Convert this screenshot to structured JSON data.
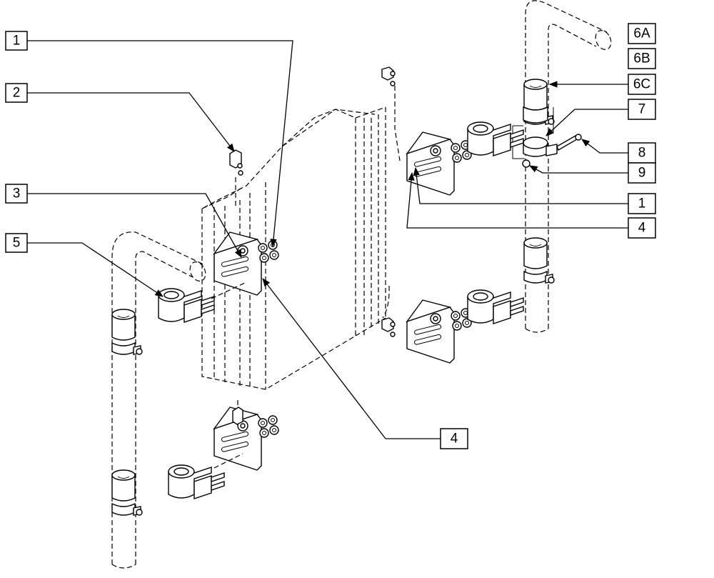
{
  "callouts": [
    {
      "id": "c1a",
      "text": "1"
    },
    {
      "id": "c2",
      "text": "2"
    },
    {
      "id": "c3",
      "text": "3"
    },
    {
      "id": "c5",
      "text": "5"
    },
    {
      "id": "c4a",
      "text": "4"
    },
    {
      "id": "c6a",
      "text": "6A"
    },
    {
      "id": "c6b",
      "text": "6B"
    },
    {
      "id": "c6c",
      "text": "6C"
    },
    {
      "id": "c7",
      "text": "7"
    },
    {
      "id": "c8",
      "text": "8"
    },
    {
      "id": "c9",
      "text": "9"
    },
    {
      "id": "c1b",
      "text": "1"
    },
    {
      "id": "c4b",
      "text": "4"
    }
  ]
}
